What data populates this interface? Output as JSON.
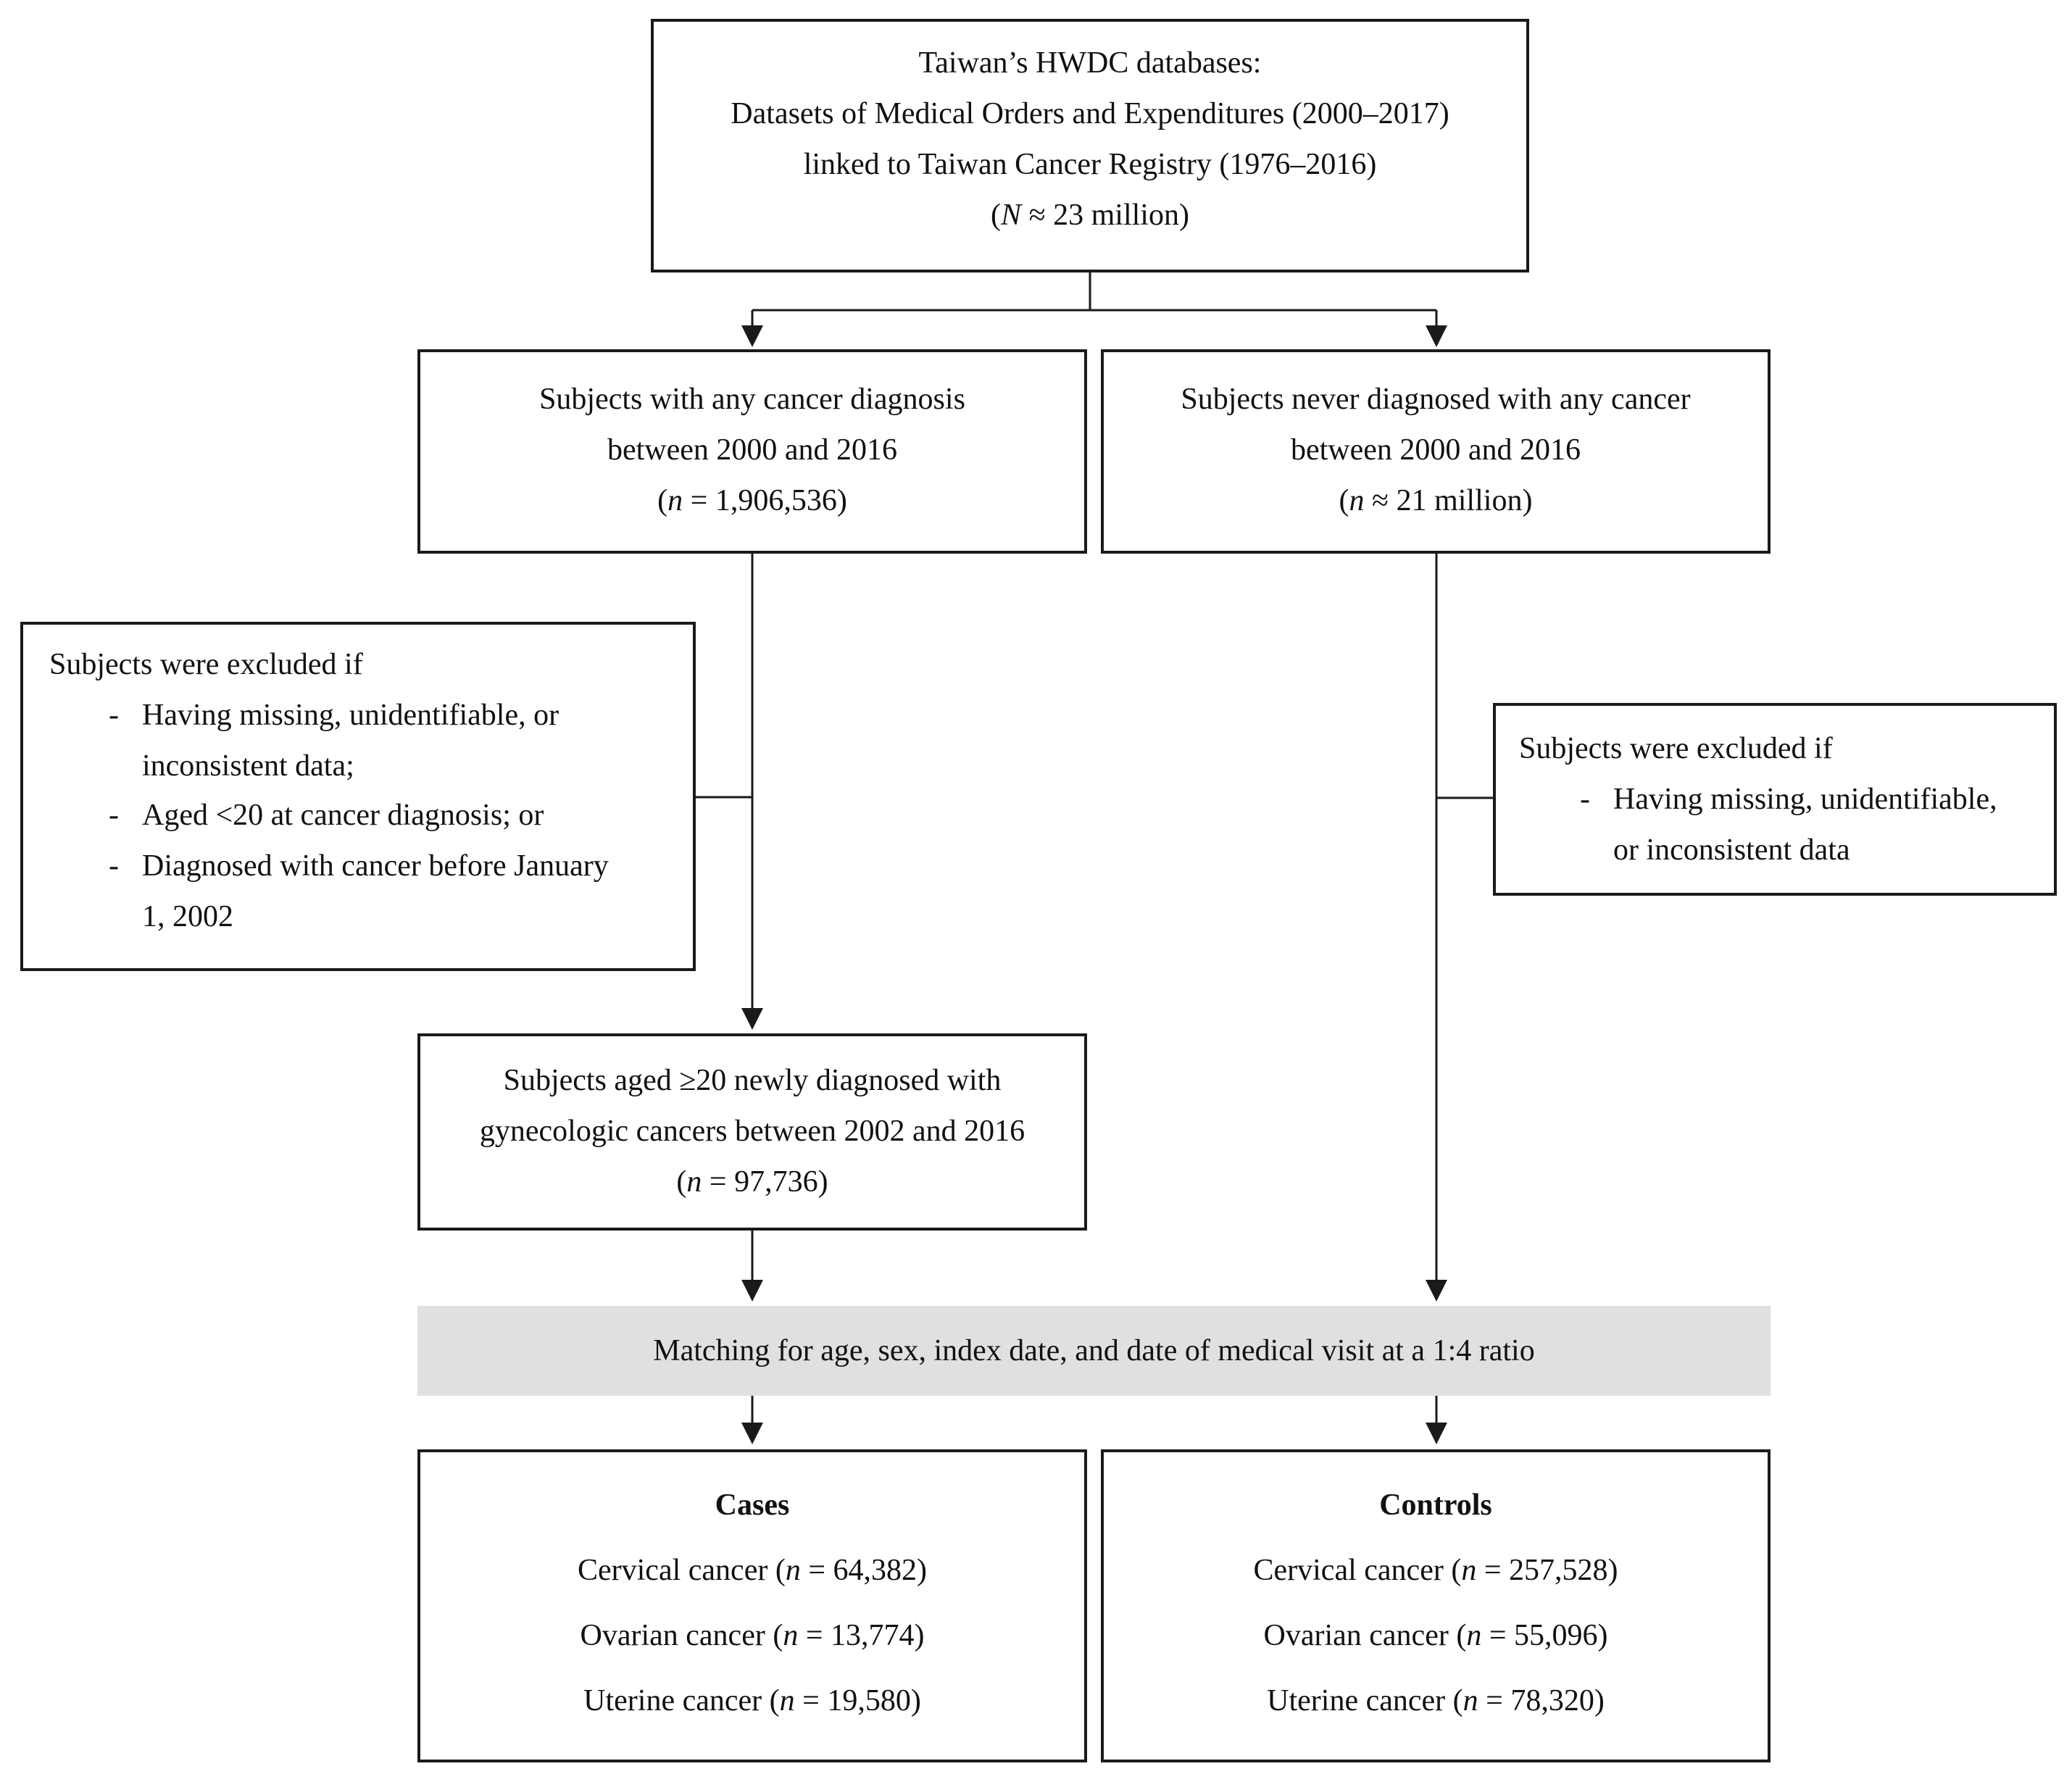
{
  "source_box": {
    "line1": "Taiwan’s HWDC databases:",
    "line2": "Datasets of Medical Orders and Expenditures (2000–2017)",
    "line3": "linked to Taiwan Cancer Registry (1976–2016)",
    "line4_var": "N",
    "line4_rest": " ≈ 23 million)"
  },
  "cancer_box": {
    "line1": "Subjects with any cancer diagnosis",
    "line2": "between 2000 and 2016",
    "line3_var": "n",
    "line3_rest": " = 1,906,536)"
  },
  "nocancer_box": {
    "line1": "Subjects never diagnosed with any cancer",
    "line2": "between 2000 and 2016",
    "line3_var": "n",
    "line3_rest": " ≈ 21 million)"
  },
  "exclusion_left": {
    "title": "Subjects were excluded if",
    "items": [
      {
        "dash": "-",
        "line1": "Having missing, unidentifiable, or",
        "line2": "inconsistent data;"
      },
      {
        "dash": "-",
        "line1": "Aged <20 at cancer diagnosis; or"
      },
      {
        "dash": "-",
        "line1": "Diagnosed with cancer before January",
        "line2": "1, 2002"
      }
    ]
  },
  "exclusion_right": {
    "title": "Subjects were excluded if",
    "items": [
      {
        "dash": "-",
        "line1": "Having missing, unidentifiable,",
        "line2": "or inconsistent data"
      }
    ]
  },
  "gyn_box": {
    "line1": "Subjects aged ≥20 newly diagnosed with",
    "line2": "gynecologic cancers between 2002 and 2016",
    "line3_var": "n",
    "line3_rest": " = 97,736)"
  },
  "matching": {
    "label": "Matching for age, sex, index date, and date of medical visit at a 1:4 ratio"
  },
  "cases": {
    "title": "Cases",
    "rows": [
      {
        "label": "Cervical cancer (",
        "var": "n",
        "value": " = 64,382)"
      },
      {
        "label": "Ovarian cancer (",
        "var": "n",
        "value": " = 13,774)"
      },
      {
        "label": "Uterine cancer (",
        "var": "n",
        "value": " = 19,580)"
      }
    ]
  },
  "controls": {
    "title": "Controls",
    "rows": [
      {
        "label": "Cervical cancer (",
        "var": "n",
        "value": " = 257,528)"
      },
      {
        "label": "Ovarian cancer (",
        "var": "n",
        "value": " = 55,096)"
      },
      {
        "label": "Uterine cancer (",
        "var": "n",
        "value": " = 78,320)"
      }
    ]
  },
  "colors": {
    "border": "#1a1a1a",
    "matching_fill": "#e0e0e0"
  }
}
